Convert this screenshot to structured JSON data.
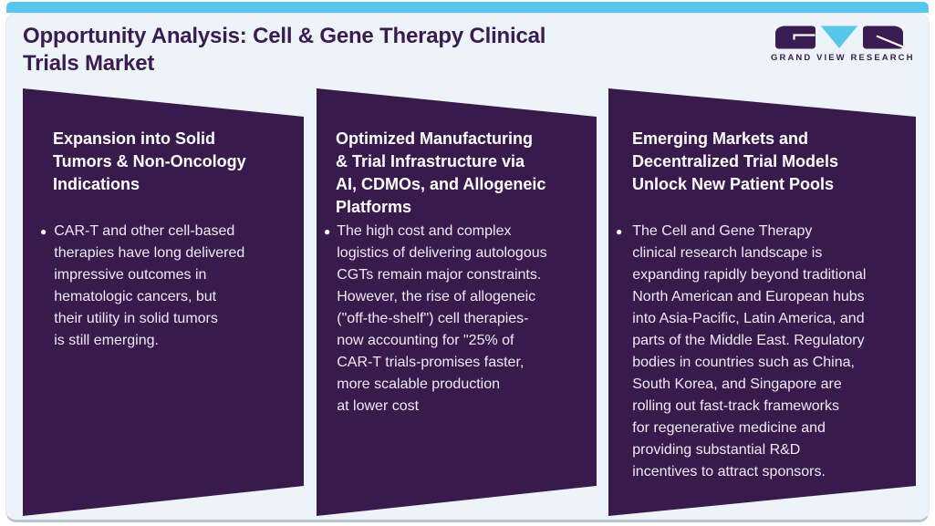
{
  "header": {
    "title": "Opportunity Analysis: Cell & Gene Therapy Clinical\nTrials Market",
    "logo_text": "GRAND VIEW RESEARCH"
  },
  "colors": {
    "accent_blue": "#58c5ea",
    "panel_purple": "#381a4d",
    "title_purple": "#3a1b52",
    "card_background": "#edf4f9",
    "body_text": "#efeaf4"
  },
  "panels": [
    {
      "heading": "Expansion into Solid\nTumors & Non-Oncology\nIndications",
      "bullet": "CAR-T and other cell-based\ntherapies have long delivered\nimpressive outcomes in\nhematologic cancers, but\ntheir utility in solid tumors\nis still emerging."
    },
    {
      "heading": "Optimized Manufacturing\n& Trial Infrastructure via\nAI, CDMOs, and Allogeneic\nPlatforms",
      "bullet": "The high cost and complex\nlogistics of delivering autologous\nCGTs remain major constraints.\nHowever, the rise of allogeneic\n(\"off-the-shelf\") cell therapies-\nnow accounting for \"25% of\nCAR-T trials-promises faster,\nmore scalable production\nat lower cost"
    },
    {
      "heading": "Emerging Markets and\nDecentralized Trial Models\nUnlock New Patient Pools",
      "bullet": "The Cell and Gene Therapy\nclinical research landscape is\nexpanding rapidly beyond traditional\nNorth American and European hubs\ninto Asia-Pacific, Latin America, and\nparts of the Middle East. Regulatory\nbodies in countries such as China,\nSouth Korea, and Singapore are\nrolling out fast-track frameworks\nfor regenerative medicine and\nproviding substantial R&D\nincentives to attract sponsors."
    }
  ]
}
